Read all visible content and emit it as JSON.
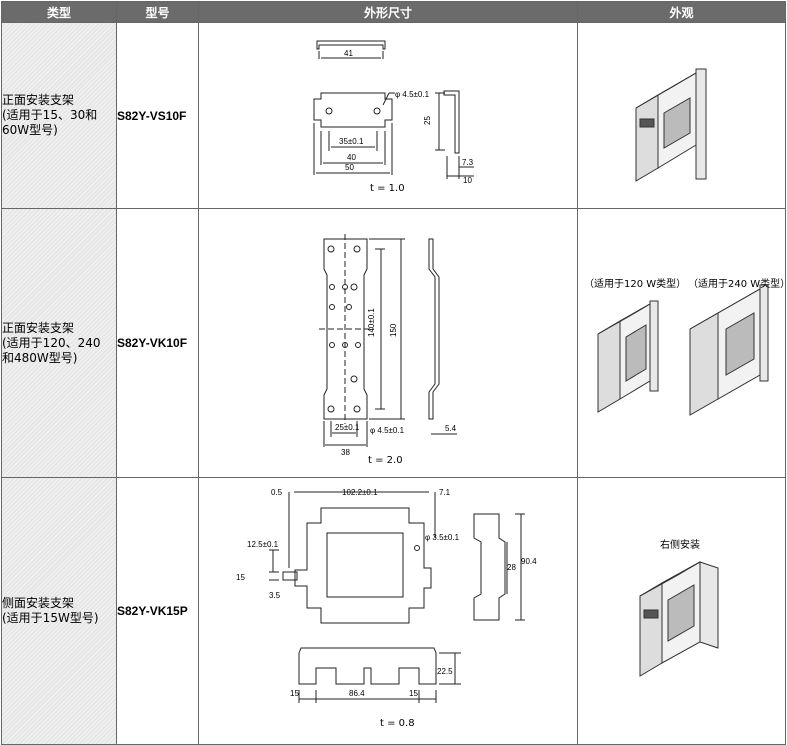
{
  "headers": {
    "type": "类型",
    "model": "型号",
    "dims": "外形尺寸",
    "appearance": "外观"
  },
  "rows": [
    {
      "type": [
        "正面安装支架",
        "(适用于15、30和",
        "60W型号)"
      ],
      "model": "S82Y-VS10F",
      "thickness": "t = 1.0",
      "dims": {
        "w_top": "41",
        "hole": "φ 4.5±0.1",
        "pitch": "35±0.1",
        "inner": "40",
        "outer": "50",
        "height": "25",
        "depth1": "7.3",
        "depth2": "10"
      }
    },
    {
      "type": [
        "正面安装支架",
        "(适用于120、240",
        "和480W型号)"
      ],
      "model": "S82Y-VK10F",
      "thickness": "t = 2.0",
      "captions": [
        "（适用于120 W类型）",
        "（适用于240 W类型）"
      ],
      "dims": {
        "pitch_v": "140±0.1",
        "height": "150",
        "pitch_h": "25±0.1",
        "hole": "φ 4.5±0.1",
        "width": "38",
        "offset": "5.4"
      }
    },
    {
      "type": [
        "侧面安装支架",
        "(适用于15W型号)"
      ],
      "model": "S82Y-VK15P",
      "thickness": "t = 0.8",
      "caption": "右侧安装",
      "dims": {
        "edge": "0.5",
        "pitch": "102.2±0.1",
        "right": "7.1",
        "hole": "φ 3.5±0.1",
        "slot_y": "12.5±0.1",
        "slot_h": "15",
        "slot_x": "3.5",
        "inner_h": "28",
        "outer_h": "90.4",
        "flange_h": "22.5",
        "flange_l": "15",
        "middle": "86.4",
        "flange_r": "15"
      }
    }
  ]
}
